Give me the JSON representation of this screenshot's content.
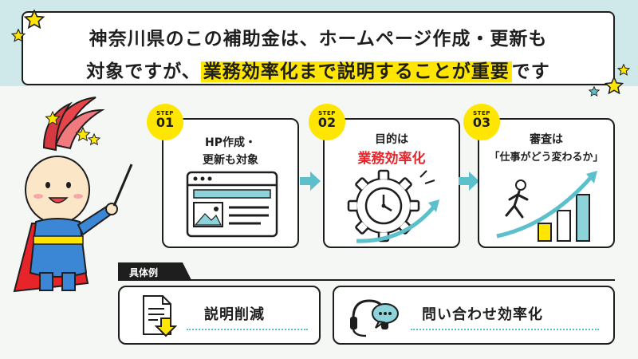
{
  "title": {
    "line1": "神奈川県のこの補助金は、ホームページ作成・更新も",
    "line2_pre": "対象ですが、",
    "line2_highlight": "業務効率化まで説明することが重要",
    "line2_post": "です"
  },
  "steps": [
    {
      "label": "STEP",
      "number": "01",
      "text_line1": "HP作成・",
      "text_line2": "更新も対象",
      "icon": "browser-window-icon"
    },
    {
      "label": "STEP",
      "number": "02",
      "text_line1": "目的は",
      "text_line2": "業務効率化",
      "icon": "gear-clock-icon"
    },
    {
      "label": "STEP",
      "number": "03",
      "text_line1": "審査は",
      "text_line2": "「仕事がどう変わるか」",
      "icon": "running-person-growth-icon"
    }
  ],
  "examples": {
    "tag": "具体例",
    "items": [
      {
        "label": "説明削減",
        "icon": "document-download-icon"
      },
      {
        "label": "問い合わせ効率化",
        "icon": "headset-chat-icon"
      }
    ]
  },
  "colors": {
    "accent_yellow": "#ffe600",
    "accent_red": "#e8242b",
    "accent_teal": "#5cc0cc",
    "band": "#cfe8ea"
  }
}
